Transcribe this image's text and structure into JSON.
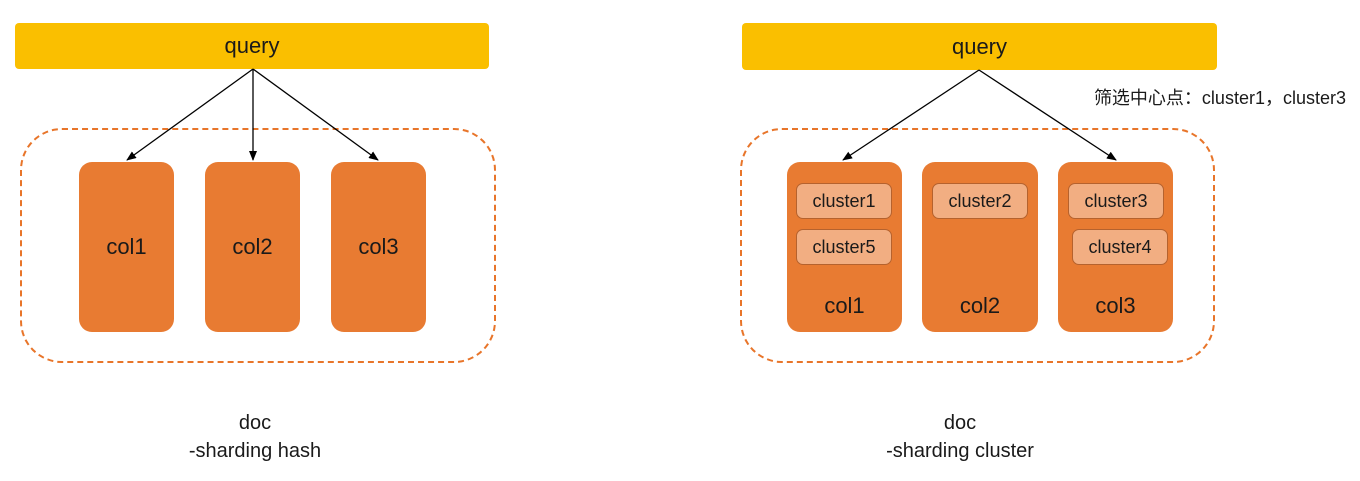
{
  "left_panel": {
    "query_label": "query",
    "columns": [
      {
        "label": "col1"
      },
      {
        "label": "col2"
      },
      {
        "label": "col3"
      }
    ],
    "caption_line1": "doc",
    "caption_line2": "-sharding hash"
  },
  "right_panel": {
    "query_label": "query",
    "filter_note": "筛选中心点：cluster1，cluster3",
    "columns": [
      {
        "label": "col1",
        "clusters": [
          "cluster1",
          "cluster5"
        ]
      },
      {
        "label": "col2",
        "clusters": [
          "cluster2"
        ]
      },
      {
        "label": "col3",
        "clusters": [
          "cluster3",
          "cluster4"
        ]
      }
    ],
    "caption_line1": "doc",
    "caption_line2": "-sharding cluster"
  },
  "colors": {
    "query_bar": "#FABF00",
    "column_box": "#E87B32",
    "cluster_chip": "#F2AE82",
    "dashed_border": "#E8752A"
  }
}
